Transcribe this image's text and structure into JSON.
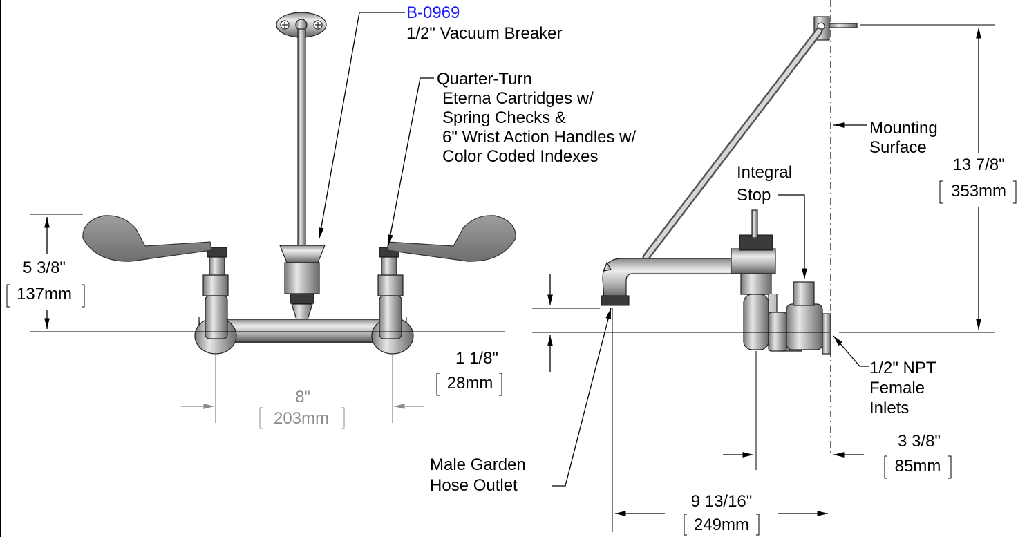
{
  "front_view": {
    "callout_part_number": "B-0969",
    "callout_vacuum_breaker": "1/2\" Vacuum Breaker",
    "callout_cartridges": [
      "Quarter-Turn",
      "Eterna Cartridges w/",
      "Spring Checks &",
      "6\" Wrist Action Handles w/",
      "Color Coded Indexes"
    ],
    "dim_height_in": "5 3/8\"",
    "dim_height_mm": "137mm",
    "dim_centers_in": "8\"",
    "dim_centers_mm": "203mm"
  },
  "side_view": {
    "mounting_surface": [
      "Mounting",
      "Surface"
    ],
    "integral_stop": [
      "Integral",
      "Stop"
    ],
    "dim_overall_height_in": "13 7/8\"",
    "dim_overall_height_mm": "353mm",
    "dim_outlet_in": "1 1/8\"",
    "dim_outlet_mm": "28mm",
    "inlets": [
      "1/2\" NPT",
      "Female",
      "Inlets"
    ],
    "dim_inlet_depth_in": "3 3/8\"",
    "dim_inlet_depth_mm": "85mm",
    "hose_outlet": [
      "Male Garden",
      "Hose Outlet"
    ],
    "dim_projection_in": "9 13/16\"",
    "dim_projection_mm": "249mm"
  },
  "colors": {
    "callout_link": "#1a1aff",
    "dimension_gray": "#8c8c8c",
    "metal": "#bcbcbc",
    "handle": "#8a8a8a"
  }
}
